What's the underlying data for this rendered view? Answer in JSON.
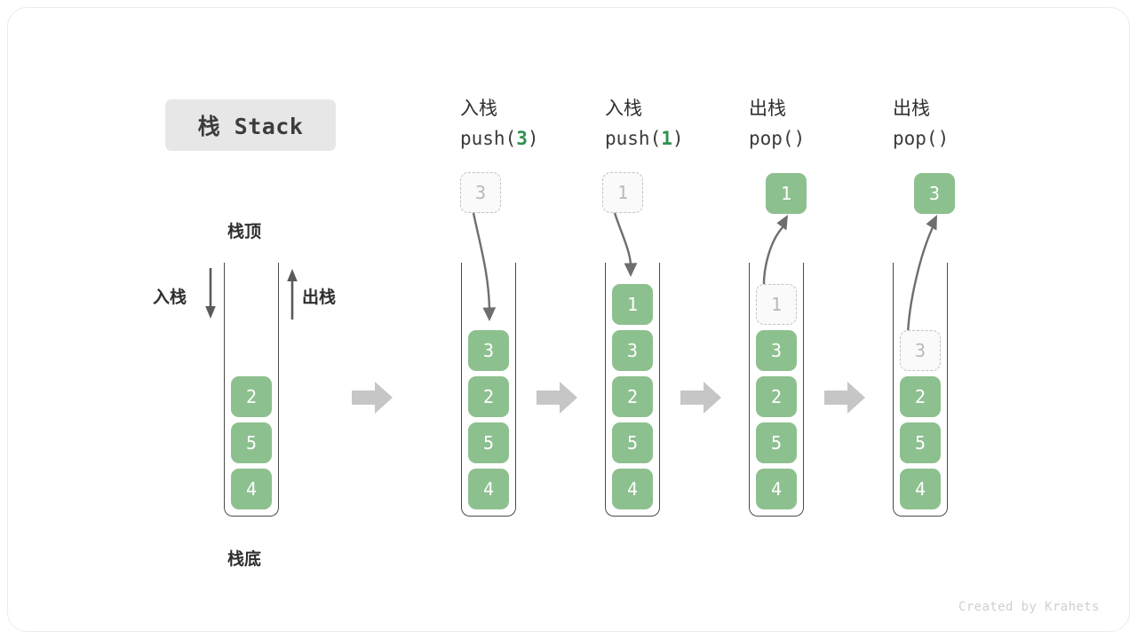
{
  "title": {
    "text": "栈 Stack"
  },
  "legend": {
    "top_label": "栈顶",
    "bottom_label": "栈底",
    "push_label": "入栈",
    "pop_label": "出栈"
  },
  "footer": {
    "credit": "Created by Krahets"
  },
  "colors": {
    "item_fill": "#8dc08f",
    "item_text": "#ffffff",
    "ghost_fill": "#fafafa",
    "ghost_border": "#c2c2c2",
    "ghost_text": "#b9b9b9",
    "frame_stroke": "#4a4a4a",
    "flow_arrow": "#c6c6c6",
    "curve_arrow": "#6e6e6e",
    "accent_green": "#2e9150",
    "title_chip_bg": "#e7e7e7",
    "card_border": "#ebebeb"
  },
  "steps": [
    {
      "id": "initial",
      "header_cjk": "",
      "header_code": "",
      "header_arg": "",
      "items": [
        "2",
        "5",
        "4"
      ],
      "moving_value": "",
      "ghost_index": -1
    },
    {
      "id": "push-3",
      "header_cjk": "入栈",
      "header_code_pre": "push(",
      "header_arg": "3",
      "header_code_post": ")",
      "items": [
        "3",
        "2",
        "5",
        "4"
      ],
      "moving_value": "3",
      "moving_position": "above-outside",
      "moving_style": "ghost",
      "arrow_direction": "down"
    },
    {
      "id": "push-1",
      "header_cjk": "入栈",
      "header_code_pre": "push(",
      "header_arg": "1",
      "header_code_post": ")",
      "items": [
        "1",
        "3",
        "2",
        "5",
        "4"
      ],
      "moving_value": "1",
      "moving_position": "above-outside",
      "moving_style": "ghost",
      "arrow_direction": "down"
    },
    {
      "id": "pop-1",
      "header_cjk": "出栈",
      "header_code_pre": "pop(",
      "header_arg": "",
      "header_code_post": ")",
      "items": [
        "1",
        "3",
        "2",
        "5",
        "4"
      ],
      "ghost_index": 0,
      "moving_value": "1",
      "moving_position": "above-outside",
      "moving_style": "filled",
      "arrow_direction": "up"
    },
    {
      "id": "pop-3",
      "header_cjk": "出栈",
      "header_code_pre": "pop(",
      "header_arg": "",
      "header_code_post": ")",
      "items": [
        "3",
        "2",
        "5",
        "4"
      ],
      "ghost_index": 0,
      "moving_value": "3",
      "moving_position": "above-outside",
      "moving_style": "filled",
      "arrow_direction": "up"
    }
  ],
  "headers": [
    {
      "cjk": "入栈",
      "pre": "push(",
      "arg": "3",
      "post": ")"
    },
    {
      "cjk": "入栈",
      "pre": "push(",
      "arg": "1",
      "post": ")"
    },
    {
      "cjk": "出栈",
      "pre": "pop(",
      "arg": "",
      "post": ")"
    },
    {
      "cjk": "出栈",
      "pre": "pop(",
      "arg": "",
      "post": ")"
    }
  ],
  "stack0": {
    "i0": "2",
    "i1": "5",
    "i2": "4"
  },
  "stack1": {
    "moving": "3",
    "i0": "3",
    "i1": "2",
    "i2": "5",
    "i3": "4"
  },
  "stack2": {
    "moving": "1",
    "i0": "1",
    "i1": "3",
    "i2": "2",
    "i3": "5",
    "i4": "4"
  },
  "stack3": {
    "moving": "1",
    "i0": "1",
    "i1": "3",
    "i2": "2",
    "i3": "5",
    "i4": "4"
  },
  "stack4": {
    "moving": "3",
    "i0": "3",
    "i1": "2",
    "i2": "5",
    "i3": "4"
  }
}
